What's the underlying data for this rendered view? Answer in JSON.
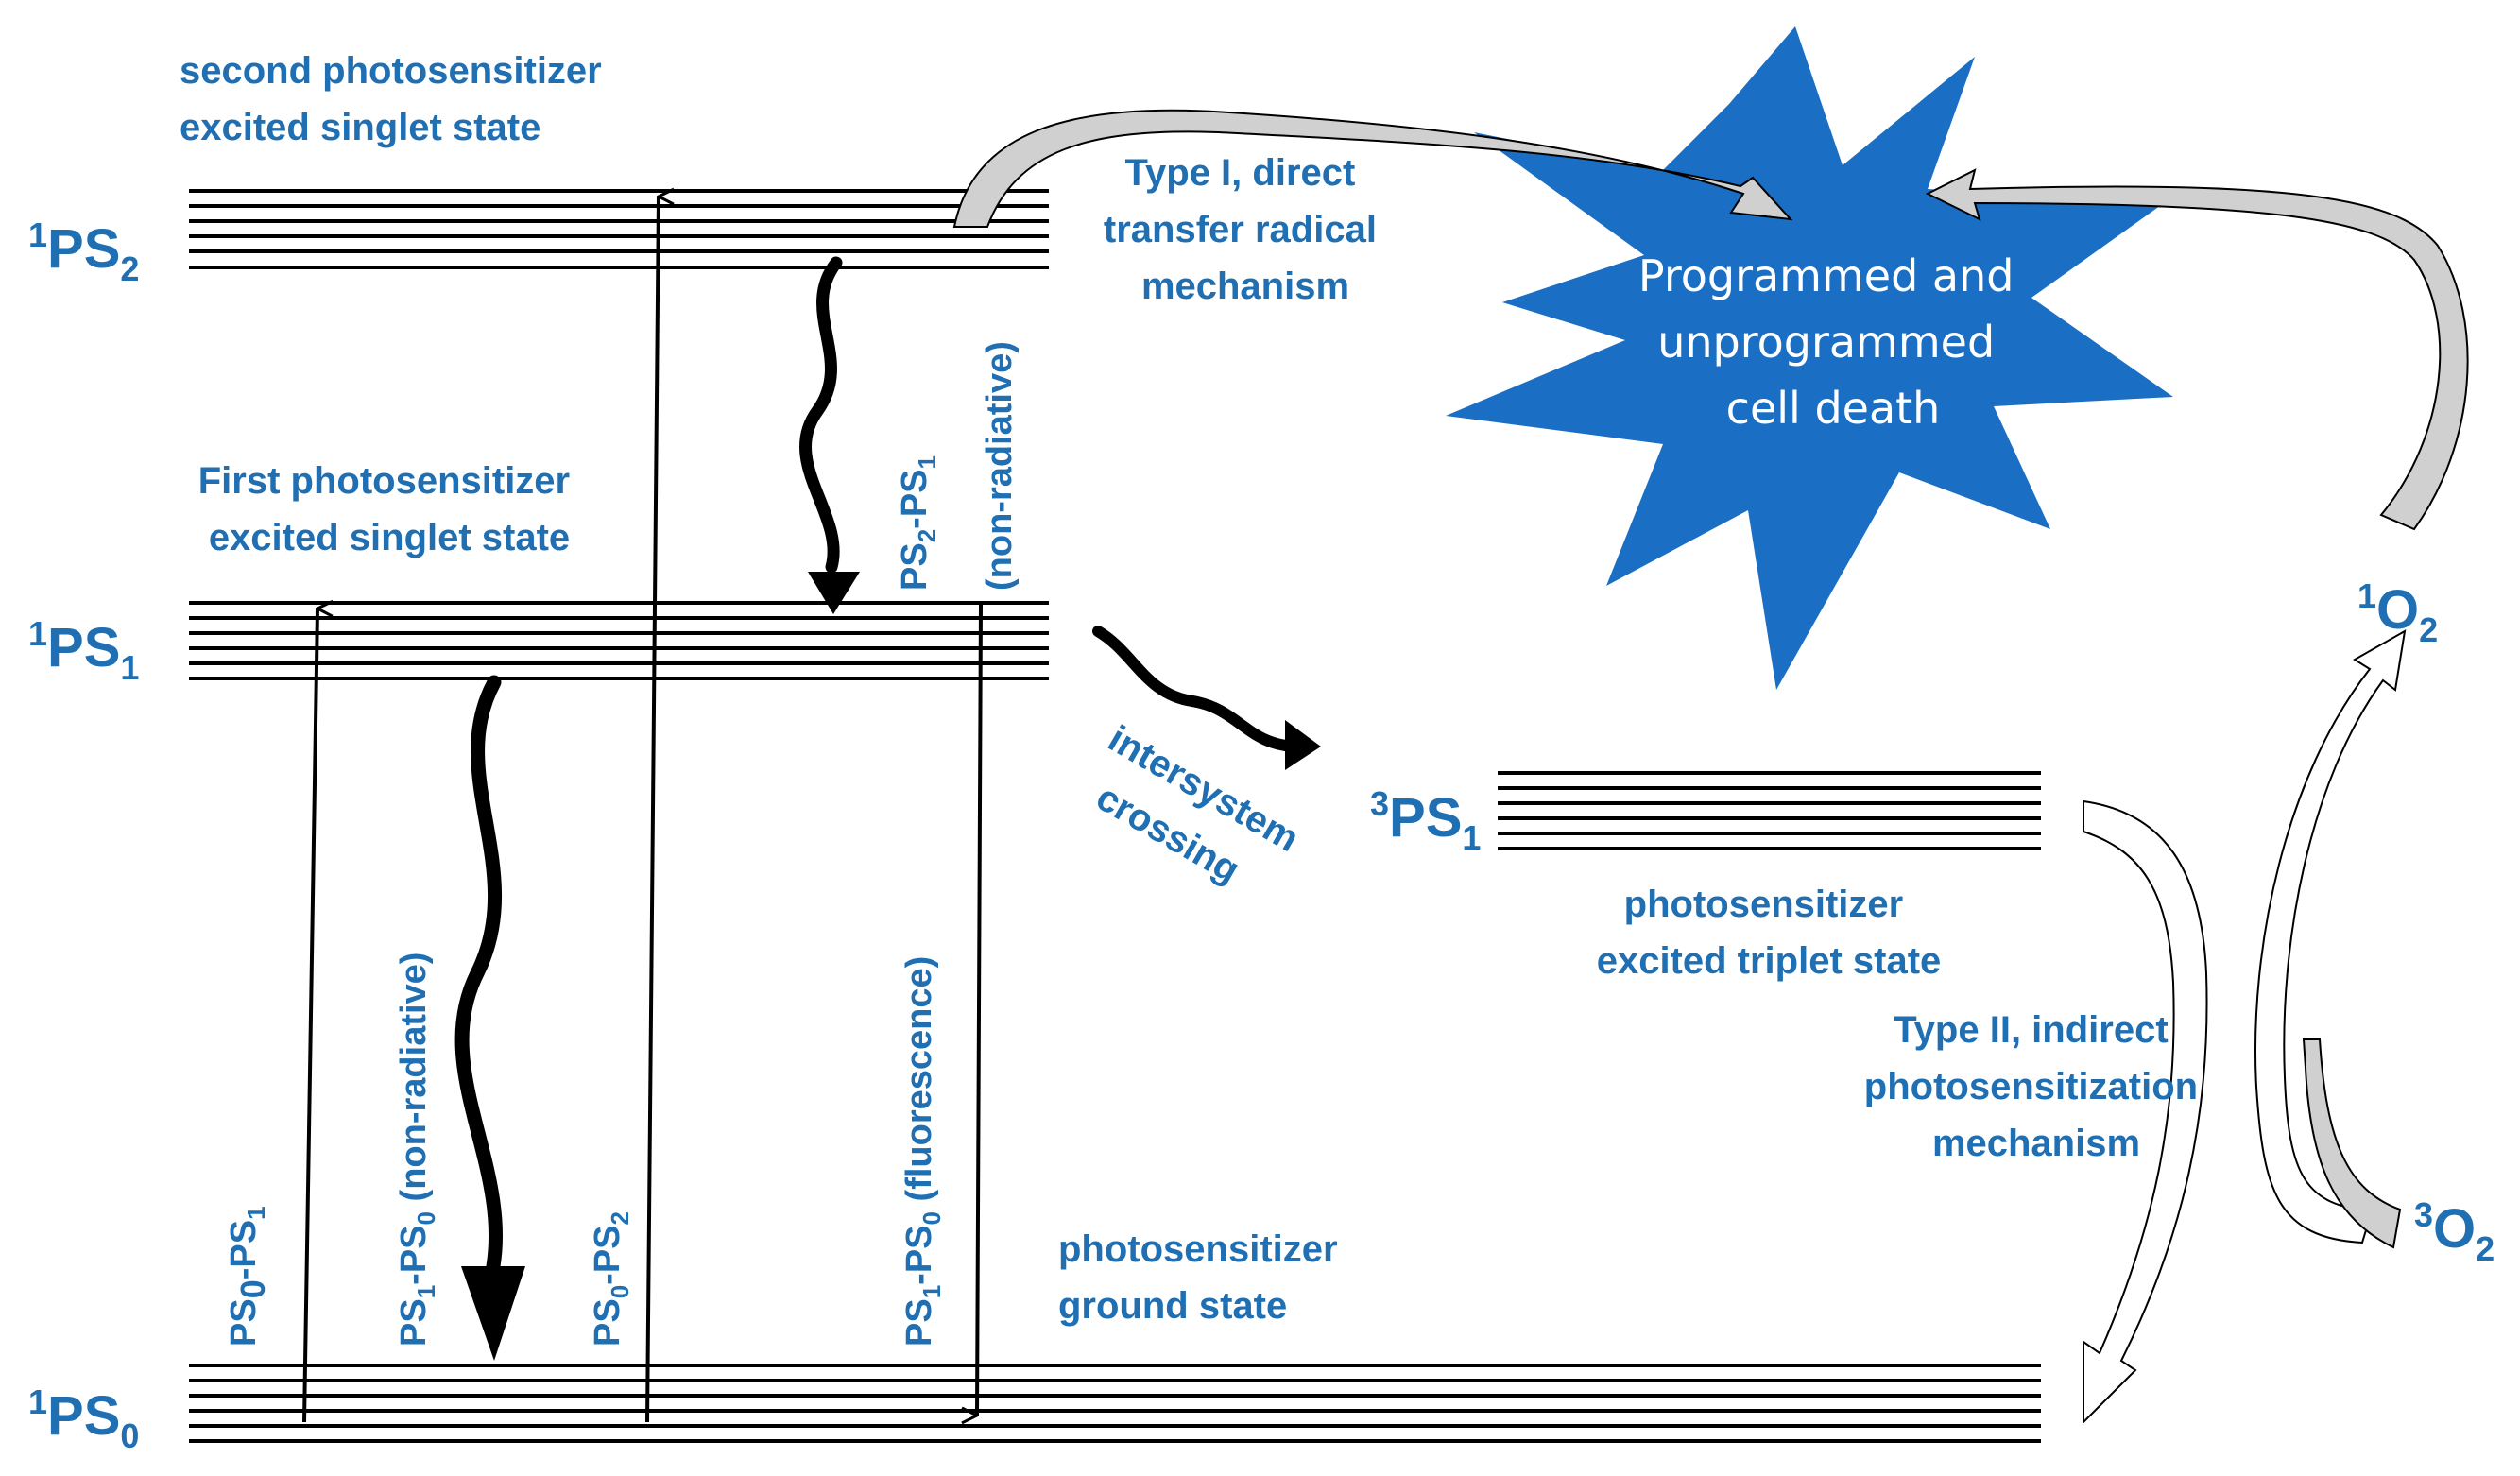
{
  "colors": {
    "label": "#1f6fb2",
    "burst": "#1a6fc4",
    "line": "#000000",
    "arrow_fill": "#d0d0d0"
  },
  "states": {
    "ps2": {
      "sup": "1",
      "main": "PS",
      "sub": "2"
    },
    "ps1": {
      "sup": "1",
      "main": "PS",
      "sub": "1"
    },
    "ps0": {
      "sup": "1",
      "main": "PS",
      "sub": "0"
    },
    "tps1": {
      "sup": "3",
      "main": "PS",
      "sub": "1"
    },
    "o2_singlet": {
      "sup": "1",
      "main": "O",
      "sub": "2"
    },
    "o2_triplet": {
      "sup": "3",
      "main": "O",
      "sub": "2"
    }
  },
  "descriptions": {
    "second_excited": [
      "second photosensitizer",
      "excited singlet state"
    ],
    "first_excited": [
      "First photosensitizer",
      "excited singlet state"
    ],
    "triplet": [
      "photosensitizer",
      "excited triplet state"
    ],
    "ground": [
      "photosensitizer",
      "ground state"
    ],
    "type1": [
      "Type I, direct",
      "transfer radical",
      "mechanism"
    ],
    "type2": [
      "Type II, indirect",
      "photosensitization",
      "mechanism"
    ],
    "isc": [
      "intersystem",
      "crossing"
    ]
  },
  "transitions": {
    "ps0_ps1": {
      "a": "PS",
      "a_sub": "0",
      "b": "-PS",
      "b_sub": "1",
      "note": ""
    },
    "ps1_ps0_nr": {
      "a": "PS",
      "a_sub": "1",
      "b": "-PS",
      "b_sub": "0",
      "note": " (non-radiative)"
    },
    "ps0_ps2": {
      "a": "PS",
      "a_sub": "0",
      "b": "-PS",
      "b_sub": "2",
      "note": ""
    },
    "ps1_ps0_fl": {
      "a": "PS",
      "a_sub": "1",
      "b": "-PS",
      "b_sub": "0",
      "note": " (fluorescence)"
    },
    "ps2_ps1": {
      "a": "PS",
      "a_sub": "2",
      "b": "-PS",
      "b_sub": "1",
      "note": ""
    },
    "ps2_ps1_note": "(non-radiative)"
  },
  "cell_death": [
    "Programmed and",
    "unprogrammed",
    "cell death"
  ]
}
